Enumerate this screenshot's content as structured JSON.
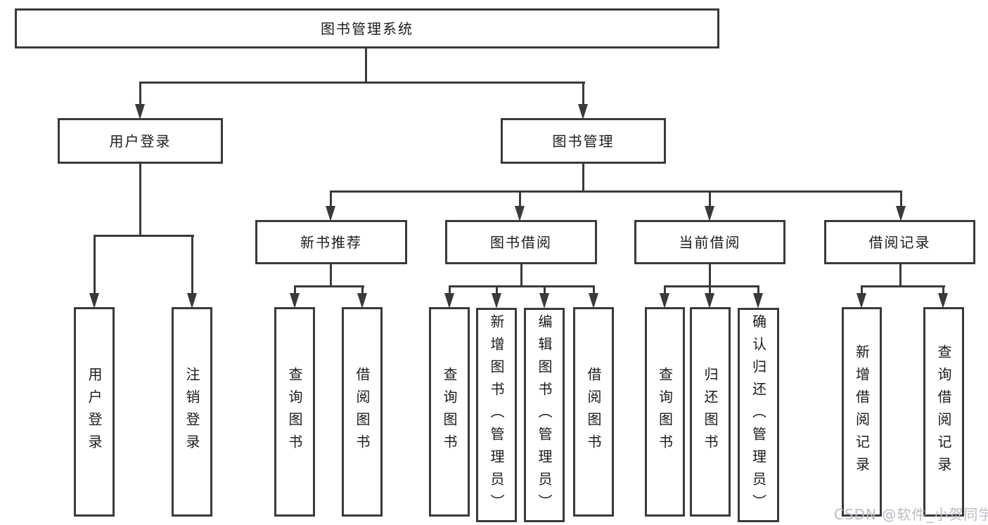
{
  "diagram": {
    "type": "functional-structure-tree",
    "nodes": {
      "root": "图书管理系统",
      "user_login": "用户登录",
      "book_mgmt": "图书管理",
      "leaf_login": "用户登录",
      "leaf_logout": "注销登录",
      "new_book_rec": "新书推荐",
      "book_borrow": "图书借阅",
      "current_borrow": "当前借阅",
      "borrow_records": "借阅记录",
      "nbr_query": "查询图书",
      "nbr_borrow": "借阅图书",
      "bb_query": "查询图书",
      "bb_add": "新增图书（管理员）",
      "bb_edit": "编辑图书（管理员）",
      "bb_borrow": "借阅图书",
      "cb_query": "查询图书",
      "cb_return": "归还图书",
      "cb_confirm": "确认归还（管理员）",
      "br_add": "新增借阅记录",
      "br_query": "查询借阅记录"
    },
    "tree": {
      "图书管理系统": {
        "用户登录": [
          "用户登录",
          "注销登录"
        ],
        "图书管理": {
          "新书推荐": [
            "查询图书",
            "借阅图书"
          ],
          "图书借阅": [
            "查询图书",
            "新增图书（管理员）",
            "编辑图书（管理员）",
            "借阅图书"
          ],
          "当前借阅": [
            "查询图书",
            "归还图书",
            "确认归还（管理员）"
          ],
          "借阅记录": [
            "新增借阅记录",
            "查询借阅记录"
          ]
        }
      }
    },
    "colors": {
      "line": "#3a3a3a",
      "box_border": "#3a3a3a",
      "box_background": "#ffffff",
      "text": "#1b1b1d",
      "page_background": "#ffffff",
      "watermark": "#b9bdc3"
    }
  },
  "watermark": {
    "text": "CSDN @软件_小贺同学"
  }
}
